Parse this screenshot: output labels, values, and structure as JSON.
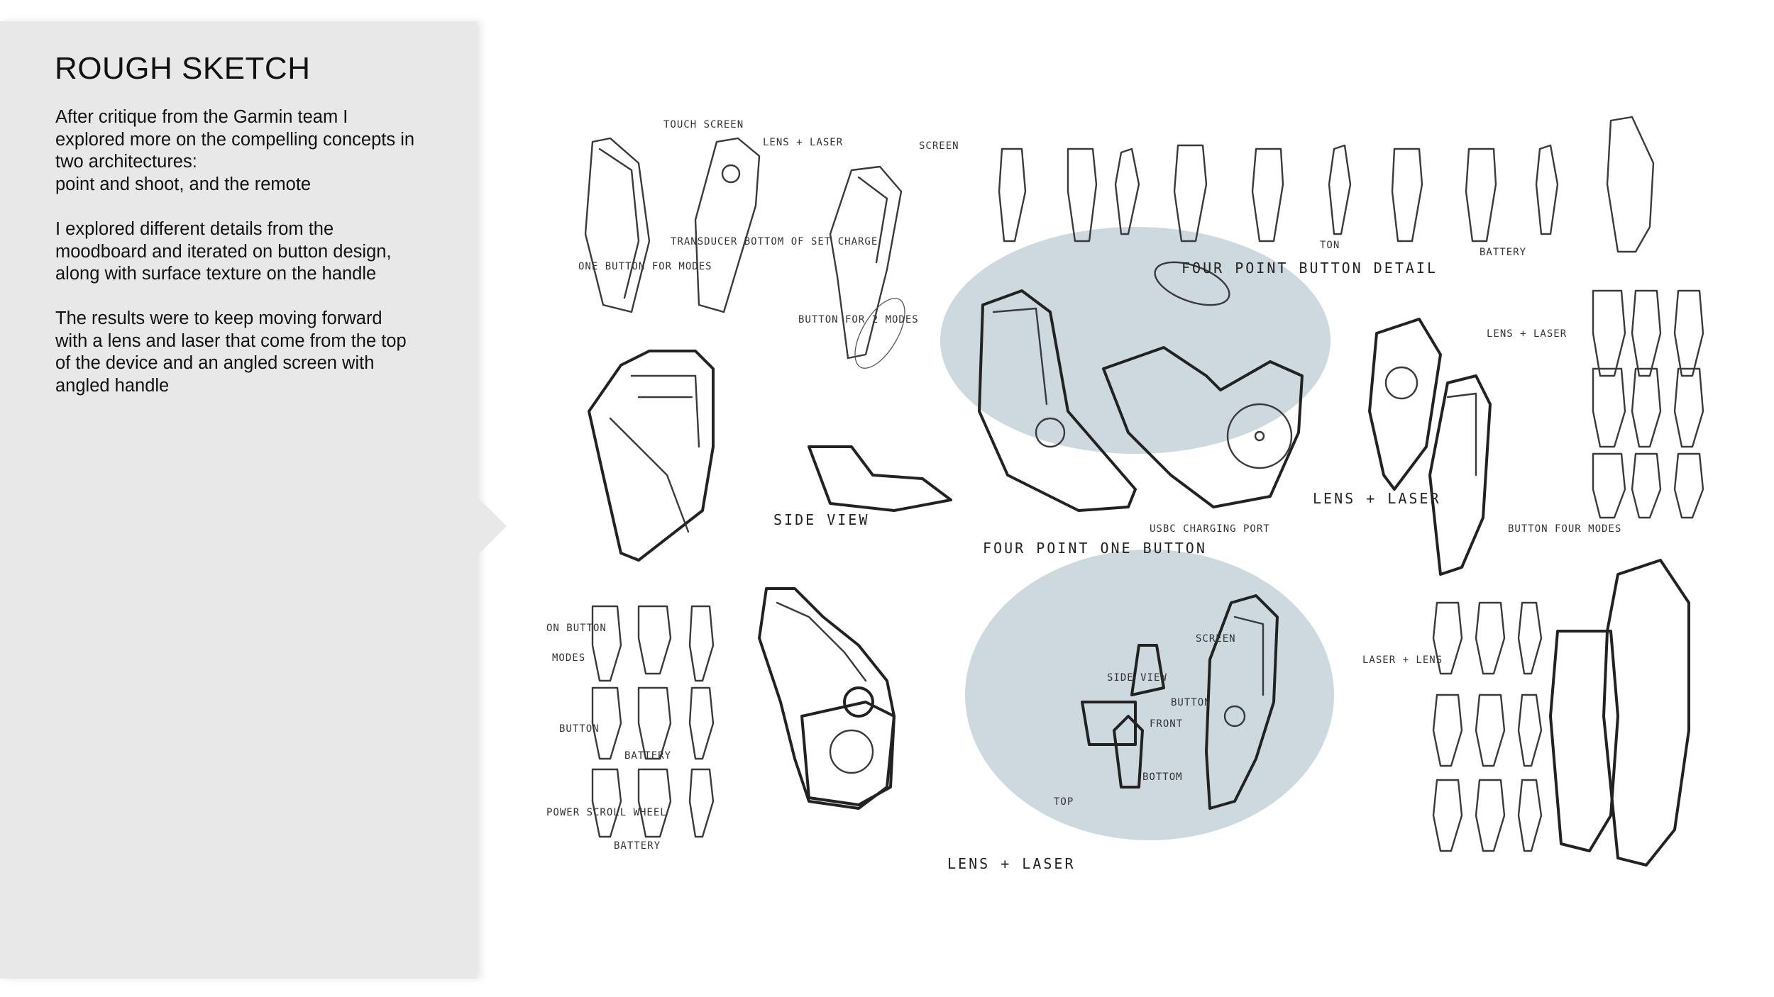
{
  "panel": {
    "title": "ROUGH SKETCH",
    "paragraphs": [
      [
        "After critique from the Garmin team I",
        "explored more on the compelling concepts in",
        "two architectures:",
        "point and shoot, and the remote"
      ],
      [
        "I explored different details from the",
        "moodboard and iterated on button design,",
        "along with surface texture on the handle"
      ],
      [
        "The results were to keep moving forward",
        "with a lens and laser that come from the top",
        "of the device and an angled screen with",
        "angled handle"
      ]
    ]
  },
  "colors": {
    "panel_bg": "#e8e8e8",
    "highlight_ellipse": "#cdd8df",
    "ink": "#3a3a3a"
  },
  "sketch_annotations": {
    "touch_screen": "TOUCH SCREEN",
    "lens_laser_top": "LENS + LASER",
    "screen_1": "SCREEN",
    "one_button": "ONE BUTTON FOR MODES",
    "transducer": "TRANSDUCER BOTTOM OF SET CHARGE",
    "button_for_modes": "BUTTON FOR 2 MODES",
    "four_point_button_detail": "FOUR POINT BUTTON DETAIL",
    "side_view": "SIDE VIEW",
    "four_point_one_button": "FOUR POINT ONE BUTTON",
    "usbc_port": "USBC CHARGING PORT",
    "lens_laser_mid": "LENS + LASER",
    "lens_laser_right": "LENS + LASER",
    "button_four_modes": "BUTTON FOUR MODES",
    "ton": "TON",
    "battery_top": "BATTERY",
    "side_view_2": "SIDE VIEW",
    "screen_2": "SCREEN",
    "button_2": "BUTTON",
    "front": "FRONT",
    "bottom": "BOTTOM",
    "top": "TOP",
    "laser_lens": "LASER + LENS",
    "lens_laser_bottom": "LENS + LASER",
    "on_button": "ON BUTTON",
    "modes": "MODES",
    "button_3": "BUTTON",
    "battery_2": "BATTERY",
    "power_scroll": "POWER SCROLL WHEEL",
    "battery_3": "BATTERY"
  }
}
